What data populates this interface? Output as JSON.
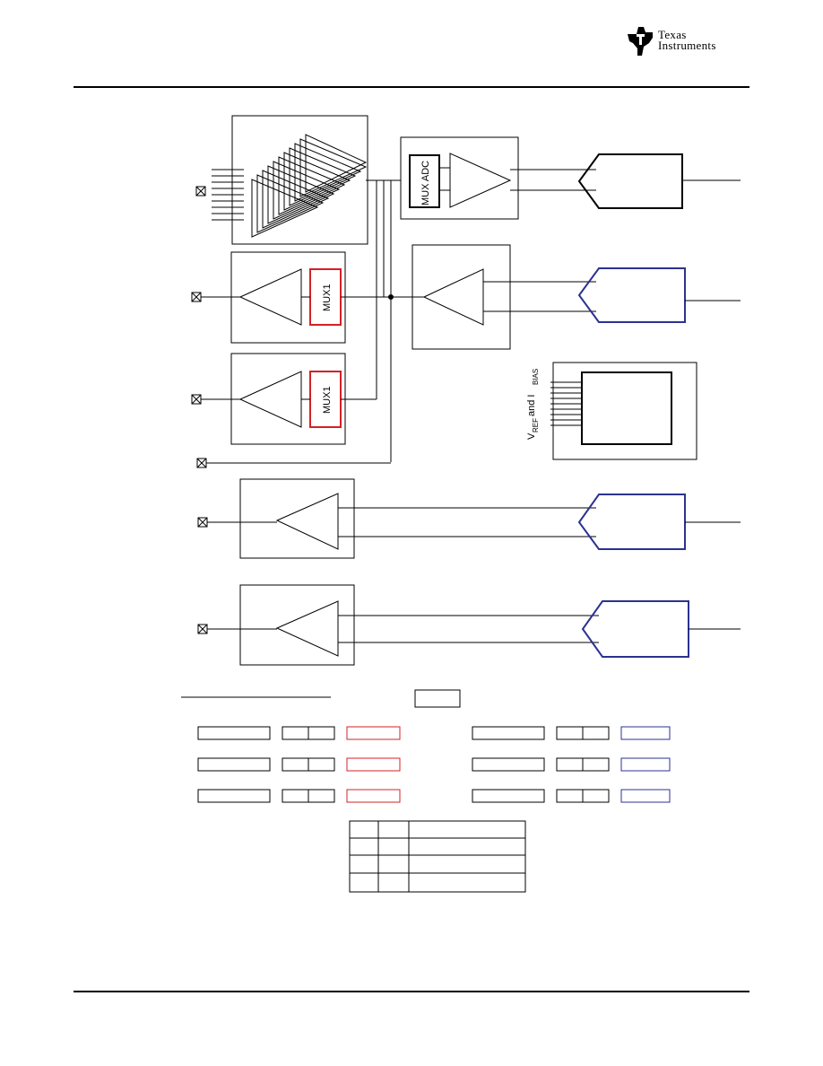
{
  "header": {
    "brand_line1": "Texas",
    "brand_line2": "Instruments"
  },
  "diagram": {
    "mux_adc_label": "MUX ADC",
    "mux1_label_a": "MUX1",
    "mux1_label_b": "MUX1",
    "vref_label": {
      "v": "V",
      "ref": "REF",
      "and": " and I",
      "bias": "BIAS"
    }
  },
  "colors": {
    "red": "#d42027",
    "blue": "#2b3290",
    "black": "#000000"
  }
}
